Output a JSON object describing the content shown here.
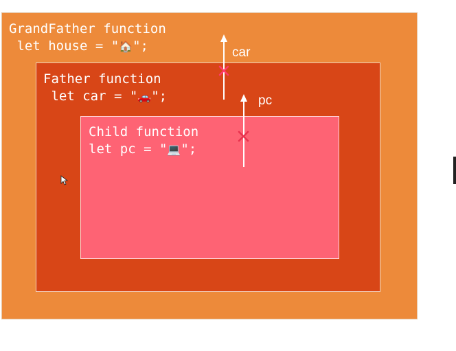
{
  "grandfather": {
    "title": "GrandFather function",
    "code_prefix": " let house = \"",
    "emoji": "🏠",
    "code_suffix": "\";"
  },
  "father": {
    "title": "Father function",
    "code_prefix": " let car = \"",
    "emoji": "🚗",
    "code_suffix": "\";"
  },
  "child": {
    "title": "Child function",
    "code_prefix": "let pc = \"",
    "emoji": "💻",
    "code_suffix": "\";"
  },
  "arrows": {
    "car_label": "car",
    "pc_label": "pc"
  },
  "colors": {
    "grandfather_bg": "#ed8a3a",
    "father_bg": "#d84617",
    "child_bg": "#fe6374",
    "blocked_marker": "#ff3b6b"
  }
}
